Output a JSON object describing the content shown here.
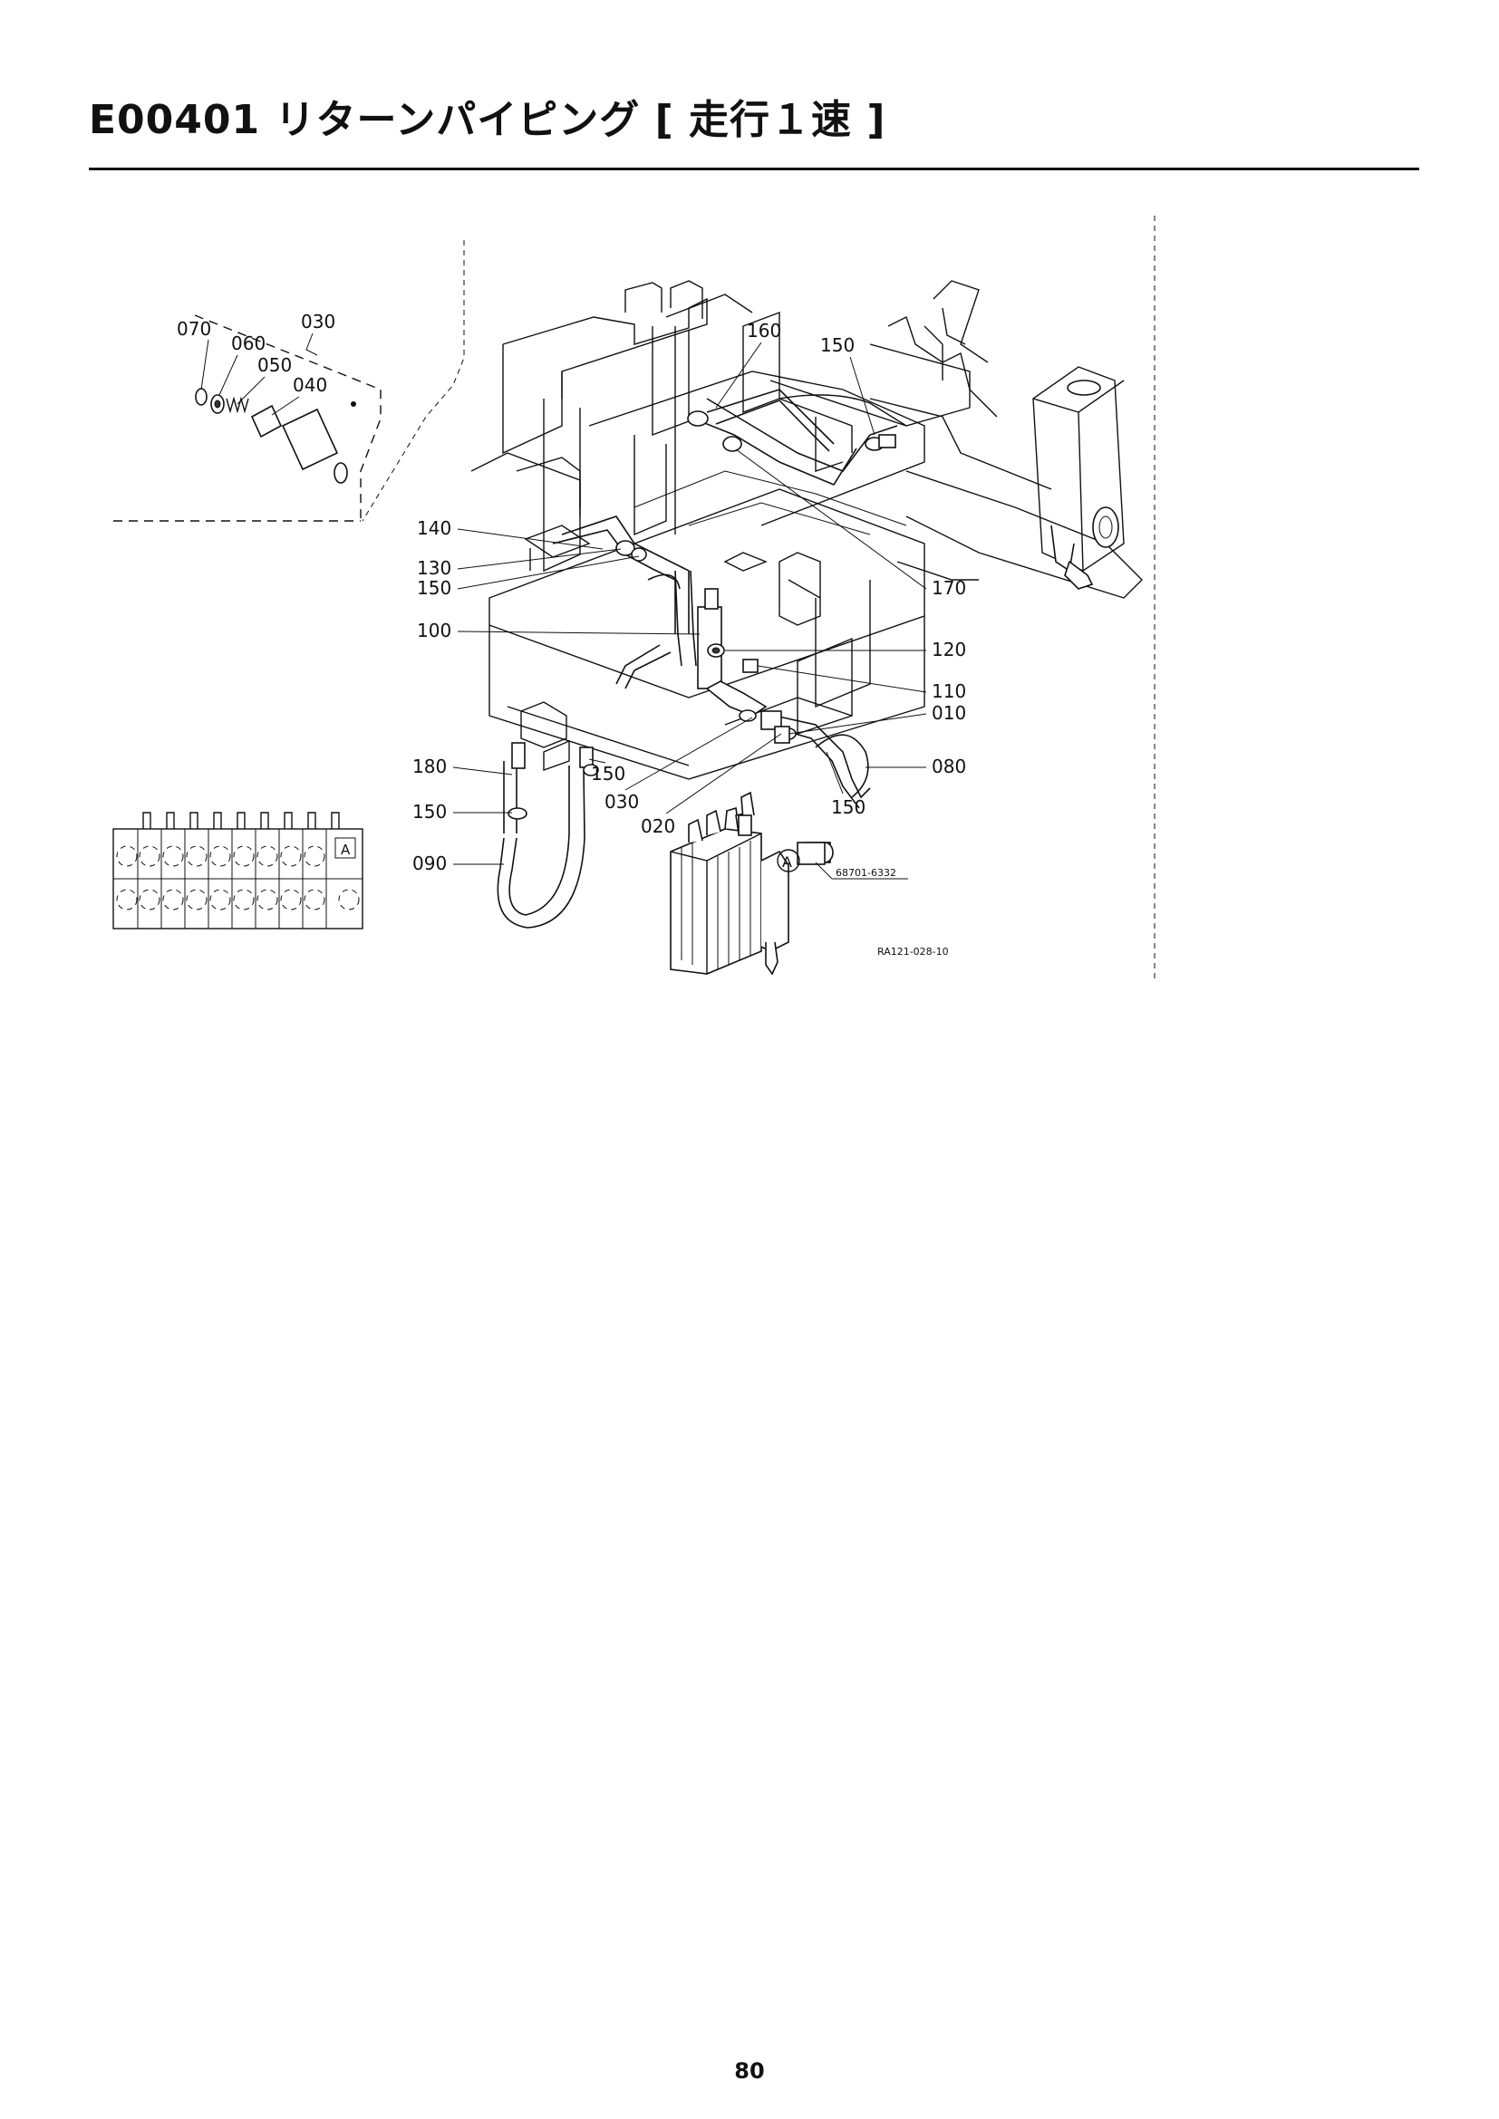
{
  "title": "E00401 リターンパイピング [ 走行１速 ]",
  "page_number": "80",
  "drawing_code": "RA121-028-10",
  "reference_part": "68701-6332",
  "reference_mark": "A",
  "callouts": {
    "c070": "070",
    "c060": "060",
    "c030a": "030",
    "c050": "050",
    "c040": "040",
    "c160": "160",
    "c150a": "150",
    "c140": "140",
    "c130": "130",
    "c150b": "150",
    "c100": "100",
    "c170": "170",
    "c120": "120",
    "c110": "110",
    "c010": "010",
    "c180": "180",
    "c150c": "150",
    "c030b": "030",
    "c080": "080",
    "c150d": "150",
    "c020": "020",
    "c150e": "150",
    "c090": "090"
  }
}
